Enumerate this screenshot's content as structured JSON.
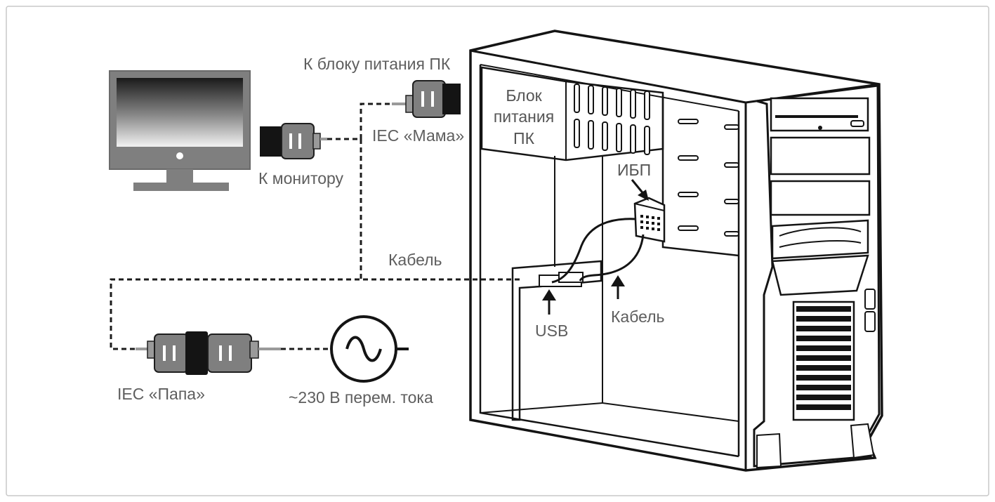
{
  "labels": {
    "to_psu": "К блоку питания ПК",
    "iec_female": "IEC «Мама»",
    "to_monitor": "К монитору",
    "cable_top": "Кабель",
    "psu_line1": "Блок",
    "psu_line2": "питания",
    "psu_line3": "ПК",
    "ups": "ИБП",
    "usb": "USB",
    "cable_bottom": "Кабель",
    "iec_male": "IEC «Папа»",
    "ac_source": "~230 В перем. тока"
  },
  "icons": [
    "monitor-icon",
    "iec-connector-icon",
    "ac-source-icon",
    "pc-tower-icon",
    "ups-device-icon",
    "arrow-icon"
  ],
  "colors": {
    "label": "#5e5e5e",
    "outline": "#141414",
    "plug": "#7f7f7f",
    "frame": "#c8c8c8"
  }
}
